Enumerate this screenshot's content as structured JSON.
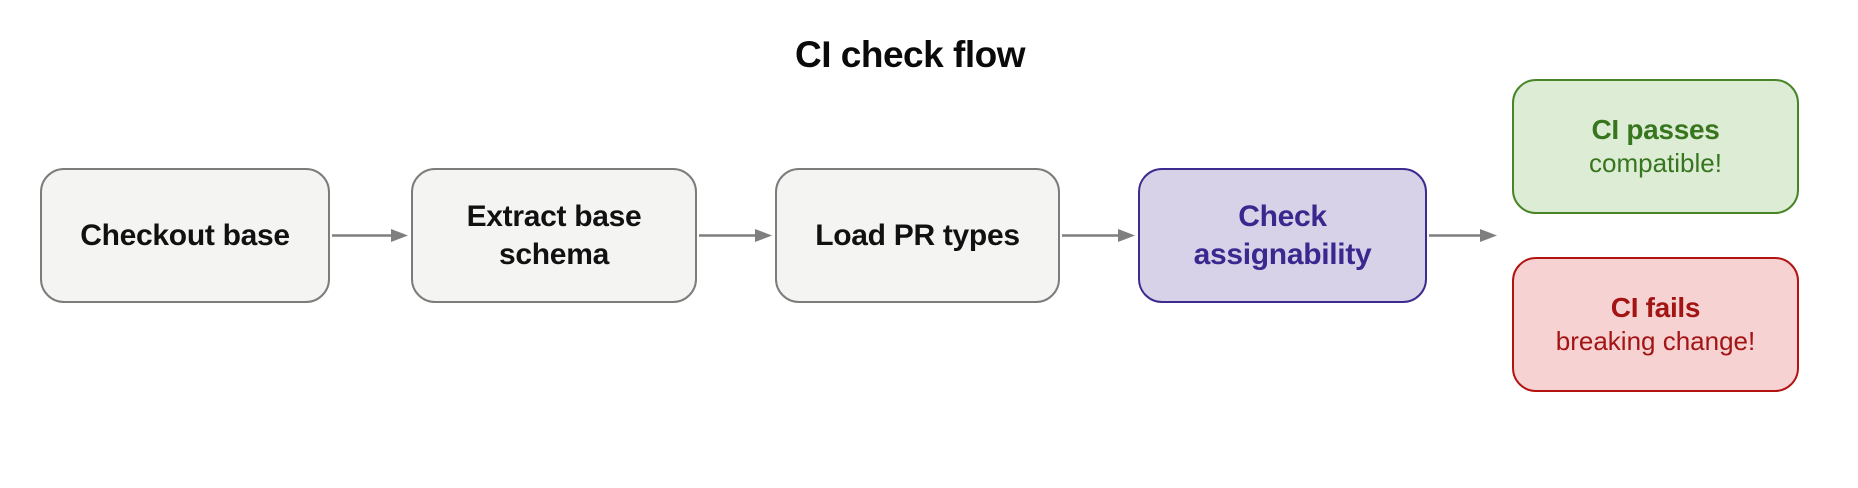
{
  "title": "CI check flow",
  "flow": {
    "steps": [
      {
        "id": "checkout-base",
        "label": "Checkout base"
      },
      {
        "id": "extract-base-schema",
        "label": "Extract base schema"
      },
      {
        "id": "load-pr-types",
        "label": "Load PR types"
      },
      {
        "id": "check-assignability",
        "label": "Check assignability"
      }
    ],
    "outcomes": [
      {
        "id": "ci-passes",
        "label": "CI passes",
        "sublabel": "compatible!",
        "status": "success"
      },
      {
        "id": "ci-fails",
        "label": "CI fails",
        "sublabel": "breaking change!",
        "status": "failure"
      }
    ],
    "edges": [
      {
        "from": "checkout-base",
        "to": "extract-base-schema"
      },
      {
        "from": "extract-base-schema",
        "to": "load-pr-types"
      },
      {
        "from": "load-pr-types",
        "to": "check-assignability"
      },
      {
        "from": "check-assignability",
        "to": "outcomes"
      }
    ]
  },
  "colors": {
    "step_fill": "#f4f4f2",
    "step_border": "#7c7c7a",
    "step_text": "#111111",
    "highlight_fill": "#d8d2e9",
    "highlight_border": "#3e2b8f",
    "highlight_text": "#3b288f",
    "success_fill": "#ddecd4",
    "success_border": "#478527",
    "success_text": "#37761f",
    "failure_fill": "#f6d3d2",
    "failure_border": "#b31412",
    "failure_text": "#a31414",
    "arrow": "#7f7f7f",
    "background": "#ffffff"
  }
}
